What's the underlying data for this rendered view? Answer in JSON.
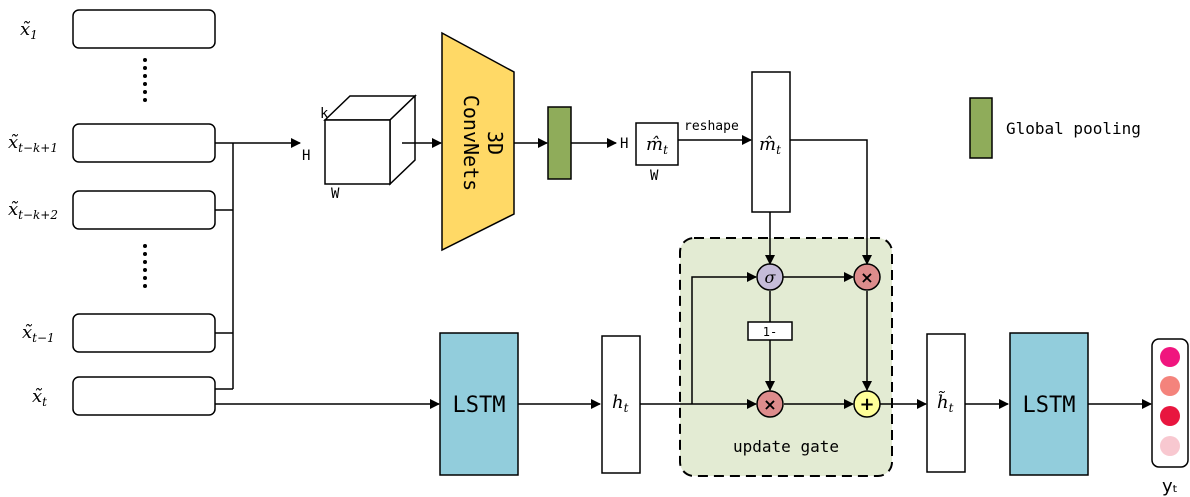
{
  "inputs": [
    {
      "label": "x̃₁"
    },
    {
      "label": "x̃t−k+1"
    },
    {
      "label": "x̃t−k+2"
    },
    {
      "label": "x̃t−1"
    },
    {
      "label": "x̃t"
    }
  ],
  "input_labels": {
    "x1": "x̃",
    "x1_sub": "1",
    "xtk1": "x̃",
    "xtk1_sub": "t−k+1",
    "xtk2": "x̃",
    "xtk2_sub": "t−k+2",
    "xt1": "x̃",
    "xt1_sub": "t−1",
    "xt": "x̃",
    "xt_sub": "t"
  },
  "cube": {
    "k": "k",
    "h": "H",
    "w": "W"
  },
  "convnet": {
    "line1": "3D",
    "line2": "ConvNets"
  },
  "feature_map": {
    "h": "H",
    "w": "W",
    "label": "m̂",
    "sub": "t"
  },
  "reshape_label": "reshape",
  "reshaped": {
    "label": "m̂",
    "sub": "t"
  },
  "legend": {
    "label": "Global pooling",
    "color": "#8fac5a"
  },
  "gate": {
    "sigma": "σ",
    "one_minus": "1-",
    "multiply": "×",
    "plus": "+",
    "label": "update gate"
  },
  "lstm1": "LSTM",
  "lstm2": "LSTM",
  "h_t": {
    "label": "h",
    "sub": "t"
  },
  "h_tilde": {
    "label": "h̃",
    "sub": "t"
  },
  "output": {
    "label": "yₜ",
    "dots": [
      "#f0157e",
      "#f4837c",
      "#e8163f",
      "#f8c8d0"
    ]
  },
  "colors": {
    "convnet": "#ffd966",
    "pooling": "#8fac5a",
    "lstm": "#92cddc",
    "gate_bg": "#e3ebd3",
    "sigma": "#c5bcd9",
    "mult": "#dd8c8c",
    "plus": "#ffff99"
  }
}
